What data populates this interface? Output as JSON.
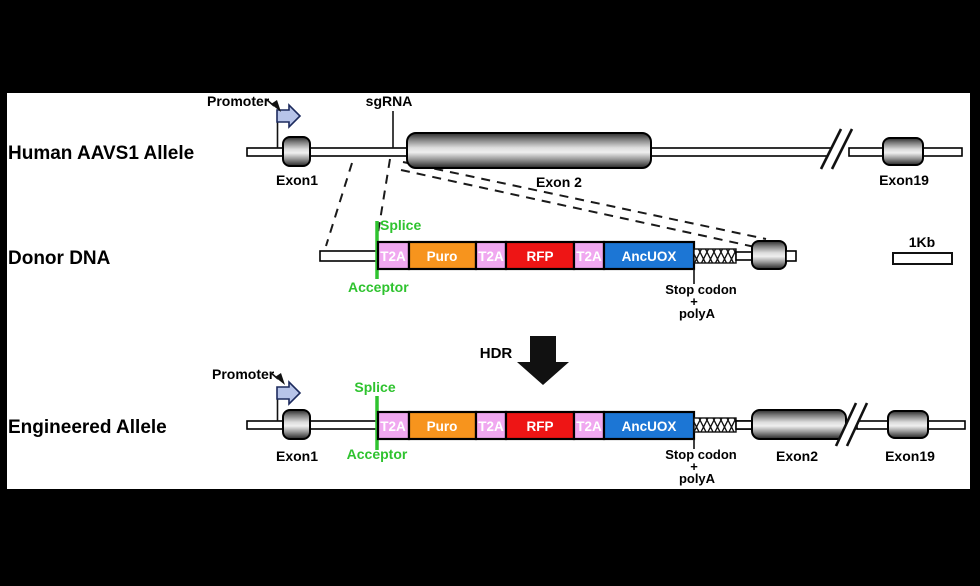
{
  "colors": {
    "background": "#000000",
    "panel": "#ffffff",
    "splice_green": "#2fc32f",
    "t2a_pink": "#f0a8f0",
    "puro_orange": "#f7941d",
    "rfp_red": "#ee1515",
    "ancuox_blue": "#1c76d5",
    "promoter_flag_fill": "#b7c4e9",
    "promoter_flag_border": "#1d2b5e"
  },
  "cassette": [
    {
      "label": "T2A",
      "color": "#f0a8f0"
    },
    {
      "label": "Puro",
      "color": "#f7941d"
    },
    {
      "label": "T2A",
      "color": "#f0a8f0"
    },
    {
      "label": "RFP",
      "color": "#ee1515"
    },
    {
      "label": "T2A",
      "color": "#f0a8f0"
    },
    {
      "label": "AncUOX",
      "color": "#1c76d5"
    }
  ],
  "aavs1_row": {
    "label": "Human AAVS1 Allele",
    "promoter_label": "Promoter",
    "sgrna_label": "sgRNA",
    "exon1_label": "Exon1",
    "exon2_label": "Exon 2",
    "exon19_label": "Exon19"
  },
  "donor_row": {
    "label": "Donor DNA",
    "splice_label": "Splice",
    "acceptor_label": "Acceptor",
    "stop_codon_label": "Stop codon",
    "plus_label": "+",
    "polya_label": "polyA",
    "scale_bar_label": "1Kb"
  },
  "hdr": {
    "label": "HDR"
  },
  "engineered_row": {
    "label": "Engineered Allele",
    "promoter_label": "Promoter",
    "splice_label": "Splice",
    "acceptor_label": "Acceptor",
    "exon1_label": "Exon1",
    "stop_codon_label": "Stop codon",
    "plus_label": "+",
    "polya_label": "polyA",
    "exon2_label": "Exon2",
    "exon19_label": "Exon19"
  }
}
